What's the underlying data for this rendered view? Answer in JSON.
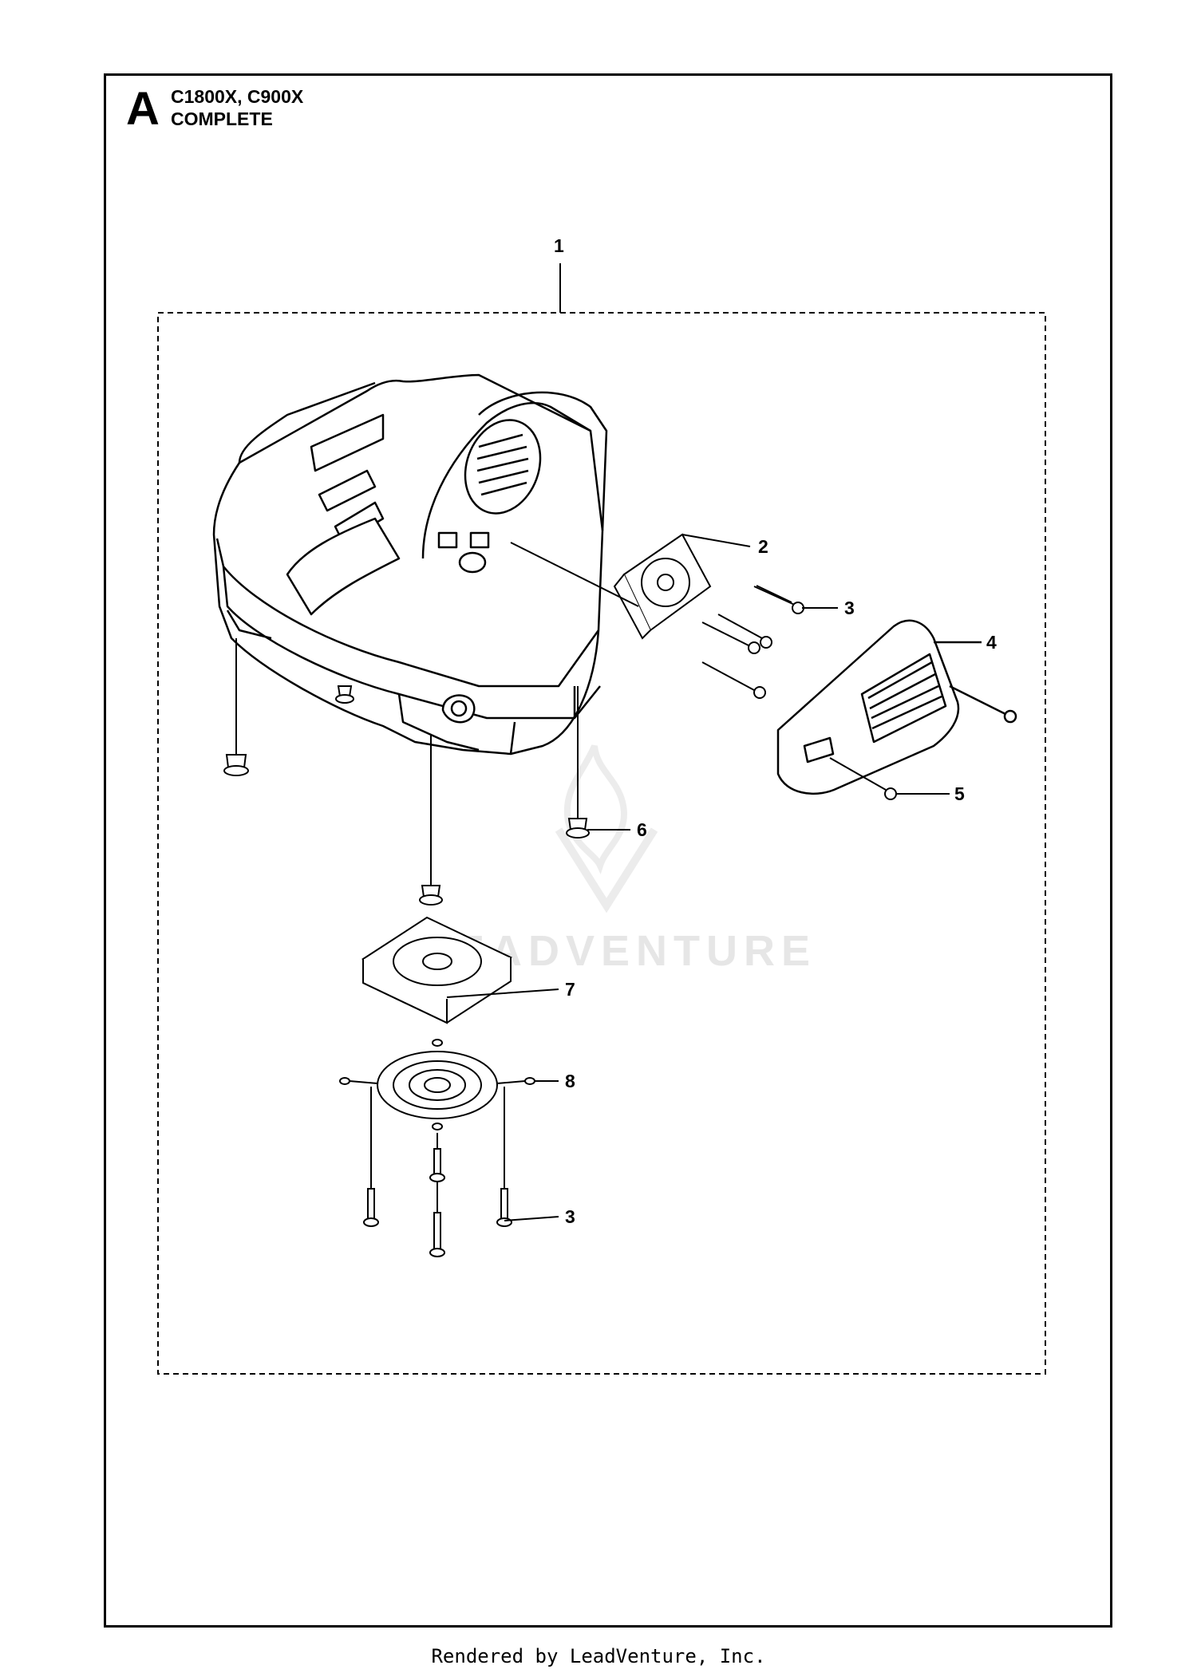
{
  "header": {
    "section_letter": "A",
    "models": "C1800X, C900X",
    "subtitle": "COMPLETE"
  },
  "callouts": [
    {
      "id": "1",
      "label": "1"
    },
    {
      "id": "2",
      "label": "2"
    },
    {
      "id": "3a",
      "label": "3"
    },
    {
      "id": "4",
      "label": "4"
    },
    {
      "id": "5",
      "label": "5"
    },
    {
      "id": "6",
      "label": "6"
    },
    {
      "id": "7",
      "label": "7"
    },
    {
      "id": "8",
      "label": "8"
    },
    {
      "id": "3b",
      "label": "3"
    }
  ],
  "watermark": "LEADVENTURE",
  "footer": "Rendered by LeadVenture, Inc."
}
